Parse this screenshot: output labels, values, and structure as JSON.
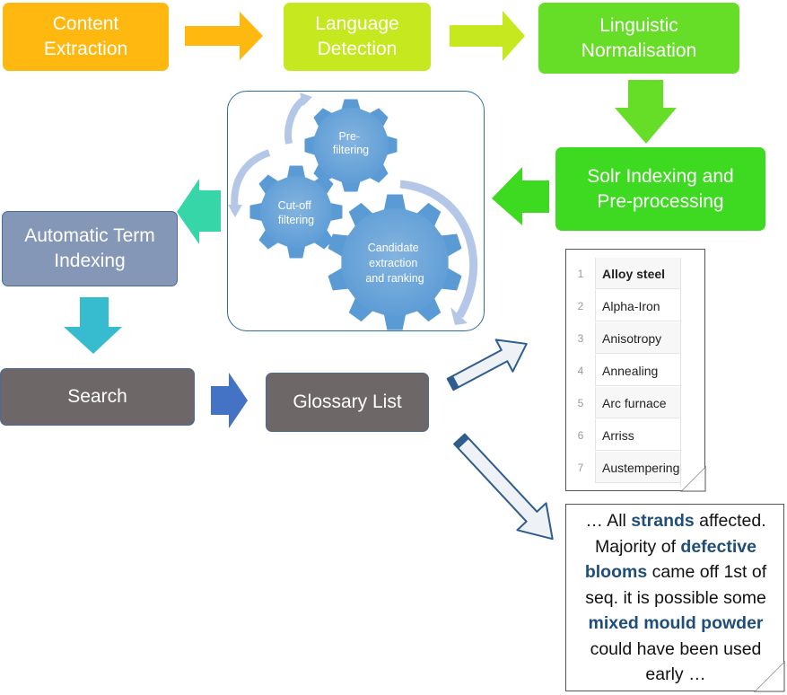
{
  "colors": {
    "orange": "#FFB80F",
    "lime": "#C5E81E",
    "green": "#66DE28",
    "bright_green": "#3ED921",
    "ati_blue": "#8597B6",
    "teal": "#37BBCF",
    "gray_box": "#6E6767",
    "gear_blue": "#5B9BD5",
    "keyword_blue": "#1F4E79"
  },
  "boxes": {
    "content_extraction": [
      "Content",
      "Extraction"
    ],
    "language_detection": [
      "Language",
      "Detection"
    ],
    "linguistic_normalisation": [
      "Linguistic",
      "Normalisation"
    ],
    "solr_indexing": [
      "Solr Indexing and",
      "Pre-processing"
    ],
    "automatic_term_indexing": [
      "Automatic Term",
      "Indexing"
    ],
    "search": "Search",
    "glossary_list": "Glossary List"
  },
  "gears": {
    "prefiltering": [
      "Pre-",
      "filtering"
    ],
    "cutoff": [
      "Cut-off",
      "filtering"
    ],
    "candidate": [
      "Candidate",
      "extraction",
      "and ranking"
    ]
  },
  "glossary_terms": [
    {
      "num": "1",
      "term": "Alloy steel"
    },
    {
      "num": "2",
      "term": "Alpha-Iron"
    },
    {
      "num": "3",
      "term": "Anisotropy"
    },
    {
      "num": "4",
      "term": "Annealing"
    },
    {
      "num": "5",
      "term": "Arc furnace"
    },
    {
      "num": "6",
      "term": "Arriss"
    },
    {
      "num": "7",
      "term": "Austempering"
    }
  ],
  "snippet": {
    "p1": "… All ",
    "k1": "strands",
    "p2": " affected. Majority of ",
    "k2": "defective blooms",
    "p3": " came off 1st of seq. it is possible some ",
    "k3": "mixed mould powder",
    "p4": " could have been used early …"
  }
}
